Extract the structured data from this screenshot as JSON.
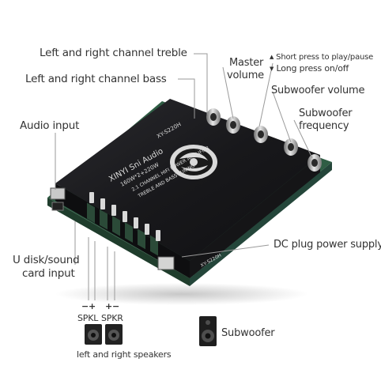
{
  "labels": {
    "treble": "Left and right channel treble",
    "bass": "Left and right channel bass",
    "master_line1": "Master",
    "master_line2": "volume",
    "short_press": "Short press to play/pause",
    "long_press": "Long press on/off",
    "sub_volume": "Subwoofer volume",
    "sub_freq_line1": "Subwoofer",
    "sub_freq_line2": "frequency",
    "audio_input": "Audio input",
    "dc_plug": "DC plug power supply",
    "udisk_line1": "U disk/sound",
    "udisk_line2": "card input",
    "spkl_polarity": "−+",
    "spkr_polarity": "+−",
    "spkl": "SPKL",
    "spkr": "SPKR",
    "subwoofer": "Subwoofer",
    "speakers": "left and right speakers"
  },
  "board_text": {
    "model": "XY-S220H",
    "brand": "XINYI Sni Audio",
    "spec": "160W*2+220W",
    "desc1": "2.1 CHANNEL HIFI POWER AMPLIFIER",
    "desc2": "TREBLE AND BASS TUNING",
    "model_corner": "XY-S220H"
  },
  "colors": {
    "board": "#1c1c1f",
    "board_side": "#0d0d0f",
    "accent_green": "#3d7d5a",
    "line": "#9a9a9a",
    "text": "#333333"
  }
}
